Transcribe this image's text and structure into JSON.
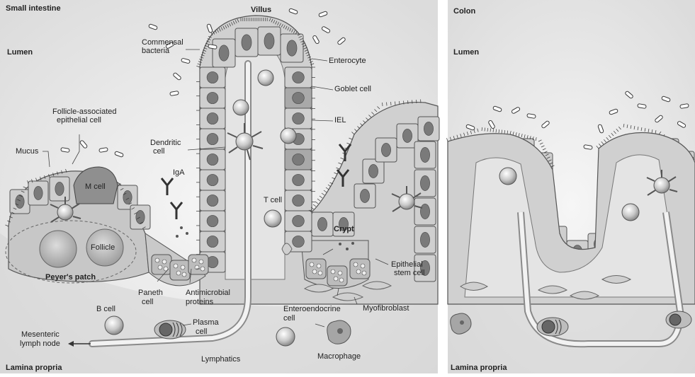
{
  "left_panel": {
    "region_title": "Small intestine",
    "lumen": "Lumen",
    "lamina_propria": "Lamina propria",
    "labels": {
      "villus": "Villus",
      "commensal_bacteria_1": "Commensal",
      "commensal_bacteria_2": "bacteria",
      "enterocyte": "Enterocyte",
      "goblet_cell": "Goblet cell",
      "iel": "IEL",
      "faec_1": "Follicle-associated",
      "faec_2": "epithelial cell",
      "mucus": "Mucus",
      "dendritic_1": "Dendritic",
      "dendritic_2": "cell",
      "iga": "IgA",
      "m_cell": "M cell",
      "t_cell": "T cell",
      "crypt": "Crypt",
      "follicle": "Follicle",
      "peyers_patch": "Peyer's patch",
      "epithelial_stem_1": "Epithelial",
      "epithelial_stem_2": "stem cell",
      "paneth_1": "Paneth",
      "paneth_2": "cell",
      "antimicrobial_1": "Antimicrobial",
      "antimicrobial_2": "proteins",
      "enteroendocrine_1": "Enteroendocrine",
      "enteroendocrine_2": "cell",
      "myofibroblast": "Myofibroblast",
      "b_cell": "B cell",
      "plasma_1": "Plasma",
      "plasma_2": "cell",
      "mesenteric_1": "Mesenteric",
      "mesenteric_2": "lymph node",
      "macrophage": "Macrophage",
      "lymphatics": "Lymphatics"
    }
  },
  "right_panel": {
    "region_title": "Colon",
    "lumen": "Lumen",
    "lamina_propria": "Lamina propria"
  },
  "colors": {
    "background": "#e9e9e9",
    "cell_fill": "#cfcfcf",
    "cell_stroke": "#555555",
    "nucleus": "#7a7a7a",
    "goblet": "#a9a9a9",
    "lymph_vessel": "#f2f2f2"
  }
}
